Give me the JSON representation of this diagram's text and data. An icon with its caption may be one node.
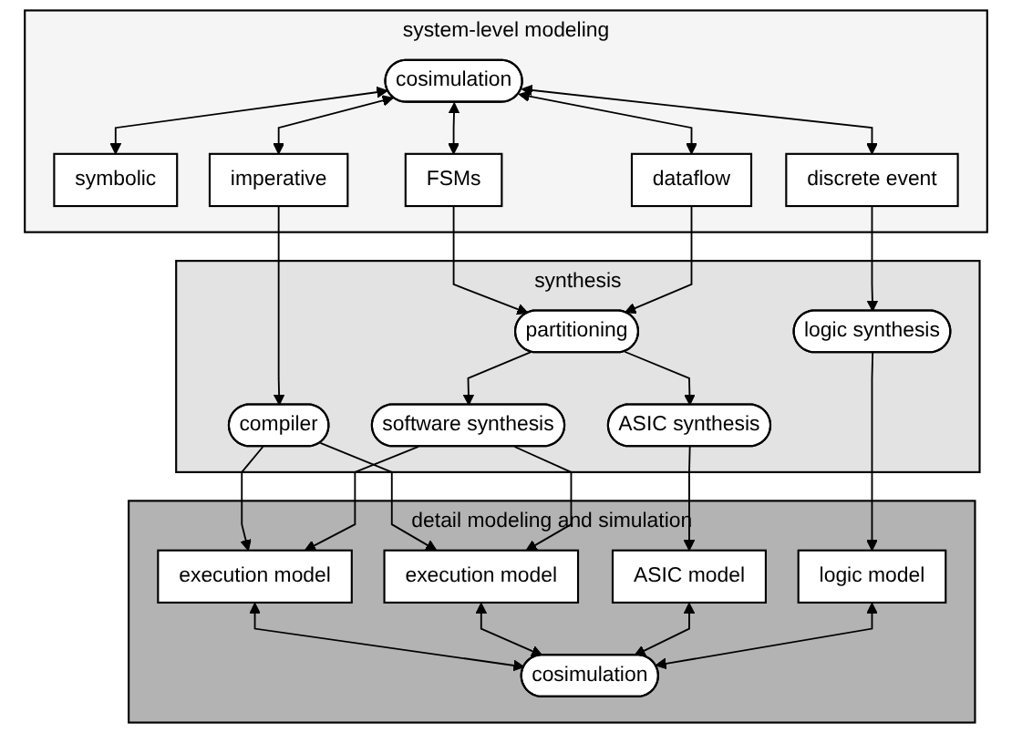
{
  "diagram": {
    "nodes": [
      {
        "text": [
          "system-level modeling"
        ]
      },
      {
        "text": [
          "cosimulation"
        ],
        "in": 0
      },
      {
        "text": [
          "symbolic"
        ],
        "in": 0
      },
      {
        "text": [
          "imperative"
        ],
        "in": 0
      },
      {
        "text": [
          "FSMs"
        ],
        "in": 0
      },
      {
        "text": [
          "dataflow"
        ],
        "in": 0
      },
      {
        "text": [
          "discrete event"
        ],
        "in": 0
      },
      {
        "text": [
          "synthesis"
        ]
      },
      {
        "text": [
          "partitioning"
        ],
        "in": 7
      },
      {
        "text": [
          "compiler"
        ],
        "in": 7
      },
      {
        "text": [
          "software synthesis"
        ],
        "in": 7
      },
      {
        "text": [
          "ASIC synthesis"
        ],
        "in": 7
      },
      {
        "text": [
          "logic synthesis"
        ],
        "in": 7
      },
      {
        "text": [
          "detail modeling and simulation"
        ]
      },
      {
        "text": [
          "execution model"
        ],
        "in": 13
      },
      {
        "text": [
          "execution model"
        ],
        "in": 13
      },
      {
        "text": [
          "ASIC model"
        ],
        "in": 13
      },
      {
        "text": [
          "logic model"
        ],
        "in": 13
      },
      {
        "text": [
          "cosimulation"
        ],
        "in": 13
      }
    ],
    "edges": [
      {
        "from": 1,
        "to": 2,
        "arrow": "both"
      },
      {
        "from": 1,
        "to": 3,
        "arrow": "both"
      },
      {
        "from": 1,
        "to": 4,
        "arrow": "both"
      },
      {
        "from": 1,
        "to": 5,
        "arrow": "both"
      },
      {
        "from": 1,
        "to": 6,
        "arrow": "both"
      },
      {
        "from": 4,
        "to": 8,
        "arrow": "to"
      },
      {
        "from": 5,
        "to": 8,
        "arrow": "to"
      },
      {
        "from": 3,
        "to": 9,
        "arrow": "to"
      },
      {
        "from": 8,
        "to": 10,
        "arrow": "to"
      },
      {
        "from": 8,
        "to": 11,
        "arrow": "to"
      },
      {
        "from": 6,
        "to": 12,
        "arrow": "to"
      },
      {
        "from": 9,
        "to": 14,
        "arrow": "to"
      },
      {
        "from": 9,
        "to": 15,
        "arrow": "to"
      },
      {
        "from": 10,
        "to": 14,
        "arrow": "to"
      },
      {
        "from": 10,
        "to": 15,
        "arrow": "to"
      },
      {
        "from": 11,
        "to": 16,
        "arrow": "to"
      },
      {
        "from": 12,
        "to": 17,
        "arrow": "to"
      },
      {
        "from": 14,
        "to": 18,
        "arrow": "both"
      },
      {
        "from": 15,
        "to": 18,
        "arrow": "both"
      },
      {
        "from": 16,
        "to": 18,
        "arrow": "both"
      },
      {
        "from": 17,
        "to": 18,
        "arrow": "both"
      }
    ]
  }
}
